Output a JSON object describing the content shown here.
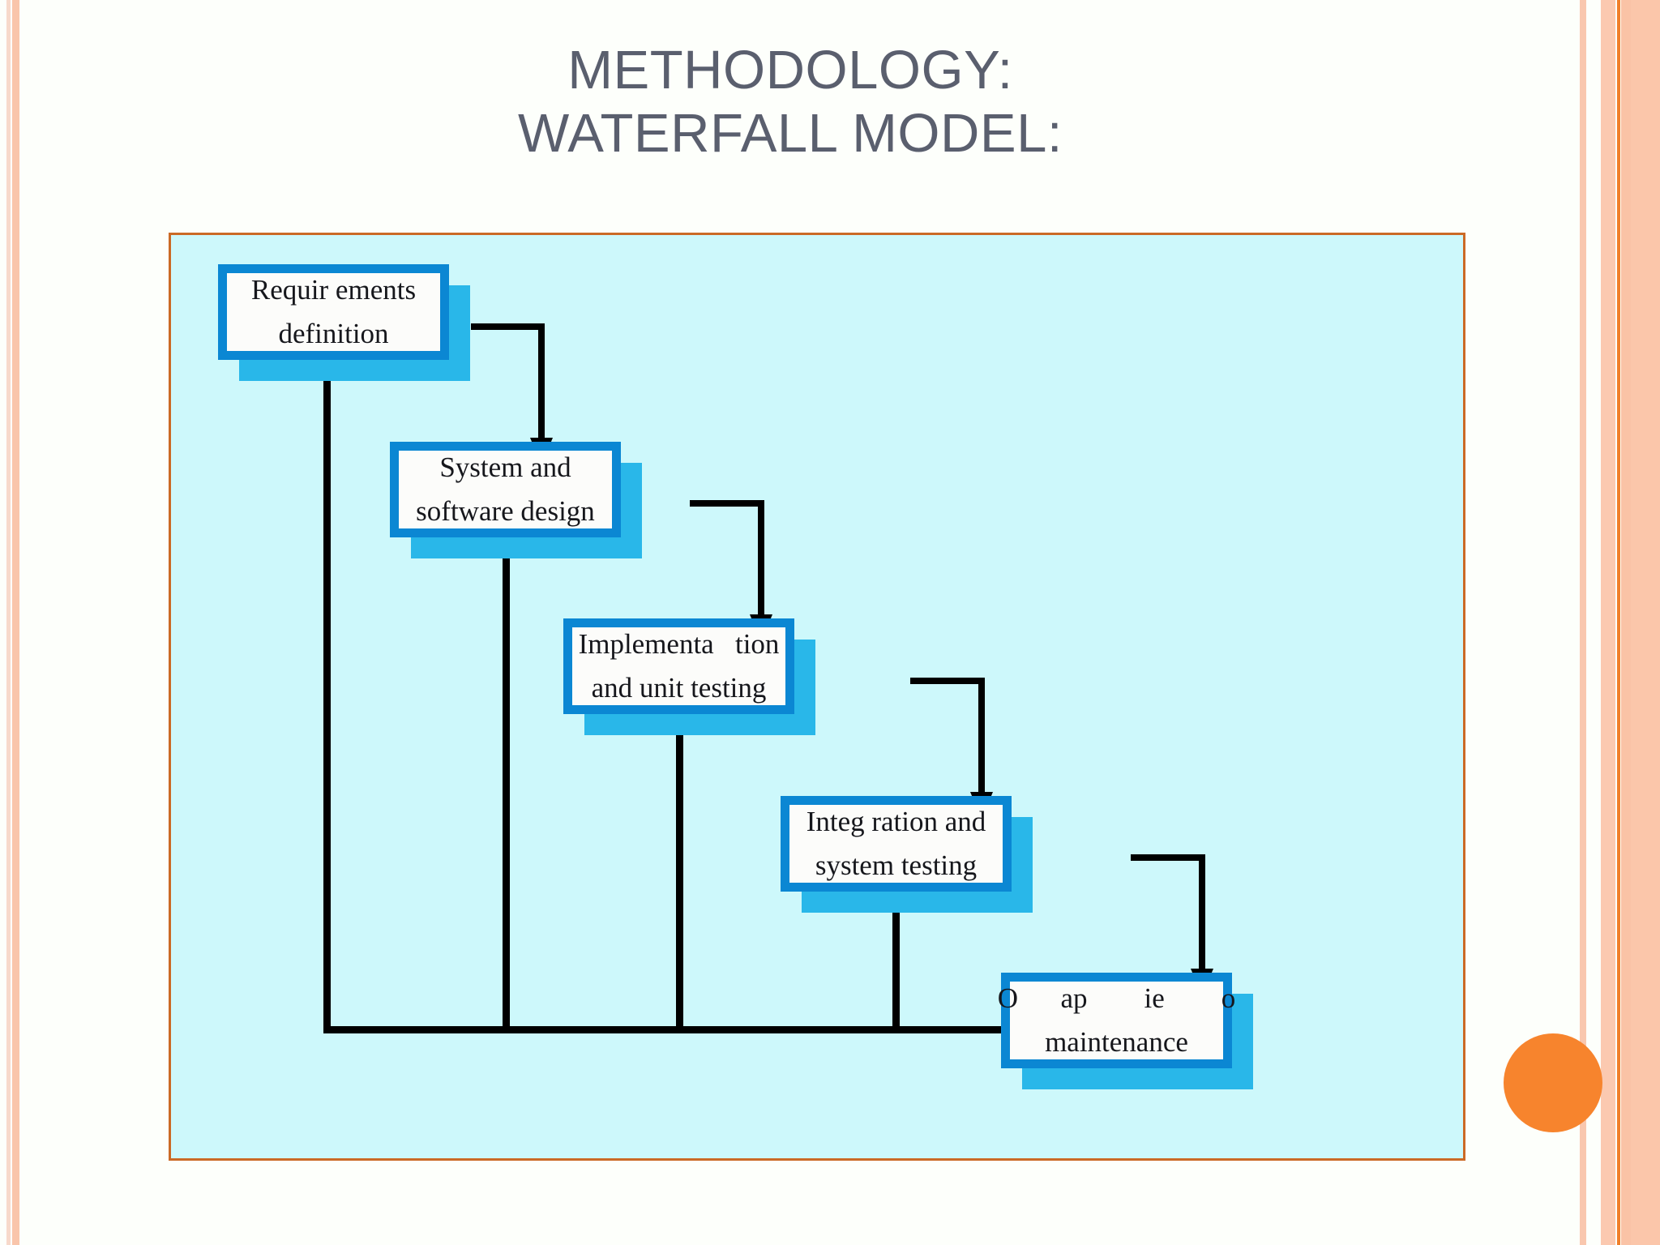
{
  "slide": {
    "title": "METHODOLOGY:\nWATERFALL MODEL:",
    "title_line1": "METHODOLOGY:",
    "title_line2": "WATERFALL MODEL:",
    "background_color": "#fdfffb",
    "title_color": "#5a5f6e"
  },
  "decor": {
    "accent_orange": "#f07f2a",
    "stripe_peach": "#fbc6aa",
    "stripe_pink": "#f7d9cb",
    "circle_color": "#f7842d"
  },
  "diagram": {
    "frame_background": "#cdf8fb",
    "frame_border_color": "#cb6a26",
    "box_border_color": "#0b87d3",
    "box_shadow_color": "#29b7e9",
    "box_fill_color": "#fcfcfa",
    "connector_color": "#000000",
    "type": "waterfall-process-flow",
    "stages": [
      {
        "id": "requirements-definition",
        "line1": "Requir ements",
        "line2": "definition"
      },
      {
        "id": "system-and-software-design",
        "line1": "System and",
        "line2": "software design"
      },
      {
        "id": "implementation-and-unit-testing",
        "line1": "Implementa   tion",
        "line2": "and unit testing"
      },
      {
        "id": "integration-and-system-testing",
        "line1": "Integ ration and",
        "line2": "system testing"
      },
      {
        "id": "operation-and-maintenance",
        "line1": "O      ap        ie        o",
        "line2": "maintenance"
      }
    ]
  }
}
